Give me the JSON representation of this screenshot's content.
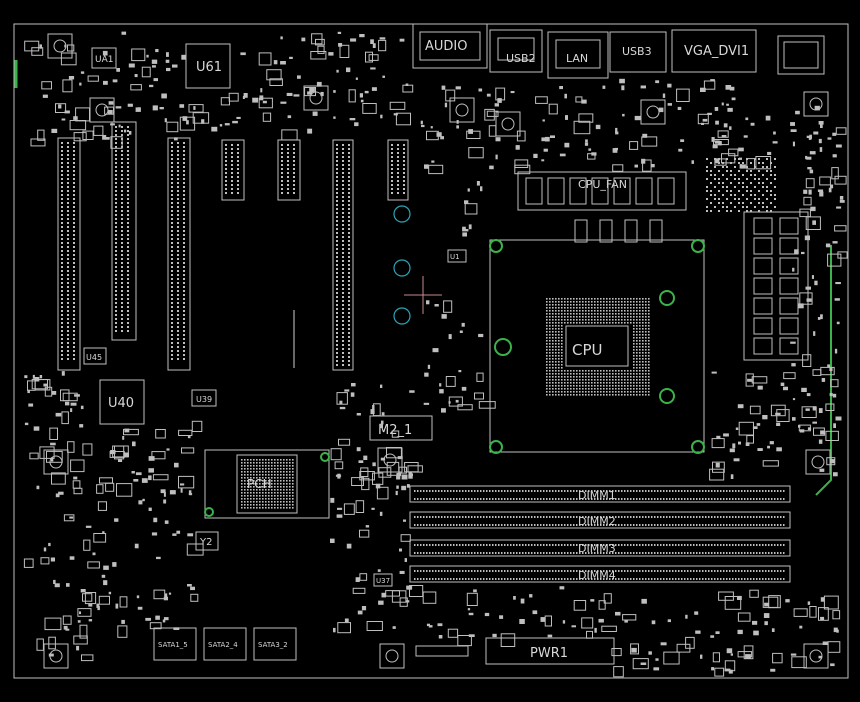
{
  "board": {
    "labels": {
      "u61": "U61",
      "u40": "U40",
      "u39": "U39",
      "u45": "U45",
      "ua1": "UA1",
      "m2": "M2_1",
      "pch": "PCH",
      "cpu": "CPU",
      "audio": "AUDIO",
      "usb2": "USB2",
      "lan": "LAN",
      "usb3": "USB3",
      "vga": "VGA_DVI1",
      "pwr": "PWR1",
      "y2": "Y2",
      "u1": "U1",
      "u37": "U37",
      "dimm1": "DIMM1",
      "dimm2": "DIMM2",
      "dimm3": "DIMM3",
      "dimm4": "DIMM4",
      "sata1": "SATA1_5",
      "sata2": "SATA2_4",
      "sata3": "SATA3_2",
      "cpu_fan": "CPU_FAN"
    }
  },
  "colors": {
    "background": "#000000",
    "outline": "#cfcfcf",
    "mount_ring": "#3bb34a",
    "via_ring": "#2aa6b8",
    "crosshair": "#c98a8a"
  }
}
